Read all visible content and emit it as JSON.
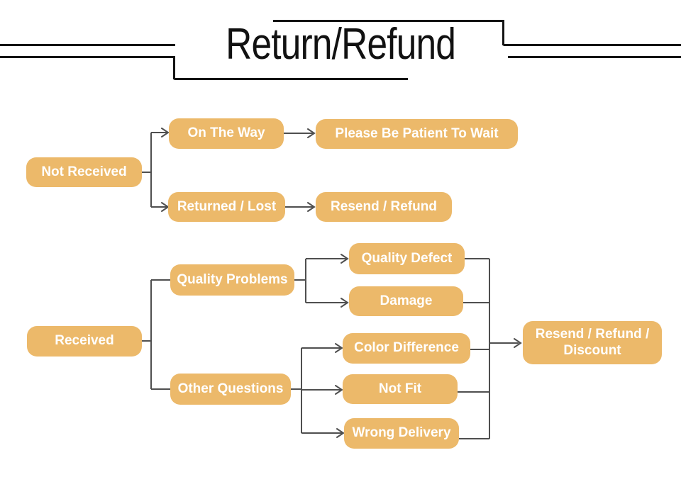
{
  "title": "Return/Refund",
  "colors": {
    "node_fill": "#ECB96A",
    "node_text": "#FFFFFF",
    "connector": "#4F4F4F",
    "decoration": "#141414",
    "background": "#FFFFFF"
  },
  "nodes": {
    "not_received": "Not Received",
    "on_the_way": "On The Way",
    "please_wait": "Please Be Patient To Wait",
    "returned_lost": "Returned / Lost",
    "resend_refund": "Resend / Refund",
    "received": "Received",
    "quality_problems": "Quality Problems",
    "quality_defect": "Quality Defect",
    "damage": "Damage",
    "other_questions": "Other Questions",
    "color_difference": "Color Difference",
    "not_fit": "Not Fit",
    "wrong_delivery": "Wrong Delivery",
    "resend_refund_discount": "Resend / Refund / Discount"
  },
  "edges": [
    {
      "from": "Not Received",
      "to": "On The Way",
      "arrow": true
    },
    {
      "from": "Not Received",
      "to": "Returned / Lost",
      "arrow": true
    },
    {
      "from": "On The Way",
      "to": "Please Be Patient To Wait",
      "arrow": true
    },
    {
      "from": "Returned / Lost",
      "to": "Resend / Refund",
      "arrow": true
    },
    {
      "from": "Received",
      "to": "Quality Problems",
      "arrow": false
    },
    {
      "from": "Received",
      "to": "Other Questions",
      "arrow": false
    },
    {
      "from": "Quality Problems",
      "to": "Quality Defect",
      "arrow": true
    },
    {
      "from": "Quality Problems",
      "to": "Damage",
      "arrow": true
    },
    {
      "from": "Other Questions",
      "to": "Color Difference",
      "arrow": true
    },
    {
      "from": "Other Questions",
      "to": "Not Fit",
      "arrow": true
    },
    {
      "from": "Other Questions",
      "to": "Wrong Delivery",
      "arrow": true
    },
    {
      "from": "Quality Defect",
      "to": "Resend / Refund / Discount",
      "arrow": true
    },
    {
      "from": "Damage",
      "to": "Resend / Refund / Discount",
      "arrow": true
    },
    {
      "from": "Color Difference",
      "to": "Resend / Refund / Discount",
      "arrow": true
    },
    {
      "from": "Not Fit",
      "to": "Resend / Refund / Discount",
      "arrow": true
    },
    {
      "from": "Wrong Delivery",
      "to": "Resend / Refund / Discount",
      "arrow": true
    }
  ]
}
